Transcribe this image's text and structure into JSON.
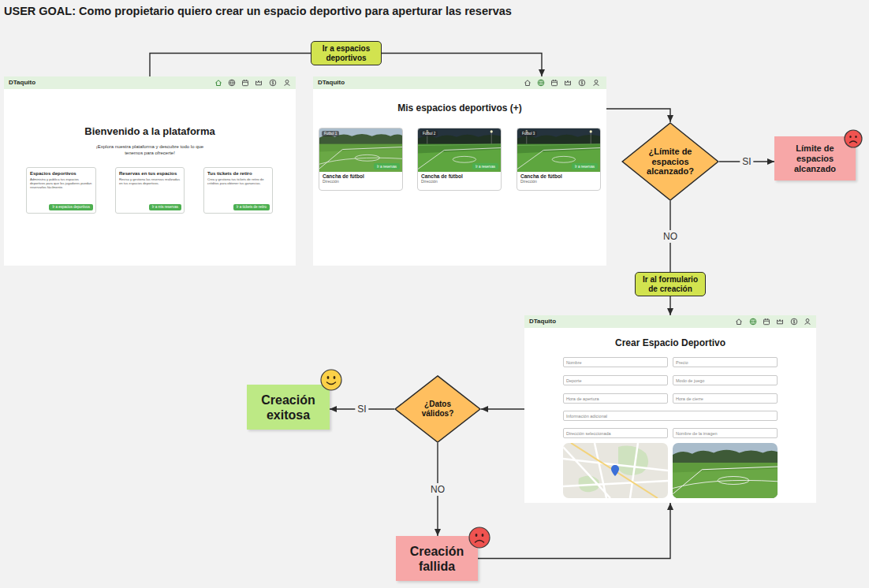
{
  "diagram": {
    "title": "USER GOAL: Como propietario quiero crear un espacio deportivo para aperturar las reservas",
    "nodes": [
      {
        "text": [
          "DTaquito",
          "Bienvenido a la plataforma",
          "¡Explora nuestra plataforma y descubre todo lo que tenemos para ofrecerte!"
        ]
      },
      {
        "text": [
          "Espacios deportivos",
          "Administra y publica tus espacios deportivos para que los jugadores puedan reservarlos fácilmente."
        ],
        "in": 0
      },
      {
        "text": [
          "Ir a espacios deportivos"
        ],
        "in": 1
      },
      {
        "text": [
          "Reservas en tus espacios",
          "Revisa y gestiona las reservas realizadas en tus espacios deportivos."
        ],
        "in": 0
      },
      {
        "text": [
          "Ir a mis reservas"
        ],
        "in": 3
      },
      {
        "text": [
          "Tus tickets de retiro",
          "Crea y gestiona tus tickets de retiro de créditos para obtener tus ganancias."
        ],
        "in": 0
      },
      {
        "text": [
          "Ir a tickets de retiro"
        ],
        "in": 5
      },
      {
        "text": [
          "Ir a espacios deportivos"
        ]
      },
      {
        "text": [
          "DTaquito",
          "Mis espacios deportivos (+)"
        ]
      },
      {
        "text": [
          "Cancha de fútbol",
          "Dirección"
        ],
        "in": 8
      },
      {
        "text": [
          "Futbol 1"
        ],
        "in": 9
      },
      {
        "text": [
          "Ir a reservas"
        ],
        "in": 9
      },
      {
        "text": [
          "Cancha de fútbol",
          "Dirección"
        ],
        "in": 8
      },
      {
        "text": [
          "Futbol 2"
        ],
        "in": 12
      },
      {
        "text": [
          "Ir a reservas"
        ],
        "in": 12
      },
      {
        "text": [
          "Cancha de fútbol",
          "Dirección"
        ],
        "in": 8
      },
      {
        "text": [
          "Futbol 3"
        ],
        "in": 15
      },
      {
        "text": [
          "Ir a reservas"
        ],
        "in": 15
      },
      {
        "text": [
          "¿Límite de espacios alcanzado?"
        ]
      },
      {
        "text": [
          "Límite de espacios alcanzado"
        ]
      },
      {
        "text": [
          "Ir al formulario de creación"
        ]
      },
      {
        "text": [
          "DTaquito",
          "Crear Espacio Deportivo"
        ]
      },
      {
        "text": [
          "Nombre"
        ],
        "in": 21
      },
      {
        "text": [
          "Precio"
        ],
        "in": 21
      },
      {
        "text": [
          "Deporte"
        ],
        "in": 21
      },
      {
        "text": [
          "Modo de juego"
        ],
        "in": 21
      },
      {
        "text": [
          "Hora de apertura"
        ],
        "in": 21
      },
      {
        "text": [
          "Hora de cierre"
        ],
        "in": 21
      },
      {
        "text": [
          "Información adicional"
        ],
        "in": 21
      },
      {
        "text": [
          "Dirección seleccionada"
        ],
        "in": 21
      },
      {
        "text": [
          "Nombre de la imagen"
        ],
        "in": 21
      },
      {
        "text": [
          "¿Datos válidos?"
        ]
      },
      {
        "text": [
          "Creación exitosa"
        ]
      },
      {
        "text": [
          "Creación fallida"
        ]
      }
    ],
    "edges": [
      {
        "from": 0,
        "to": 7,
        "arrow": "none"
      },
      {
        "from": 7,
        "to": 8,
        "arrow": "to"
      },
      {
        "from": 8,
        "to": 18,
        "arrow": "to"
      },
      {
        "from": 18,
        "to": 19,
        "label": "SI",
        "arrow": "to"
      },
      {
        "from": 18,
        "to": 20,
        "label": "NO",
        "arrow": "none"
      },
      {
        "from": 20,
        "to": 21,
        "arrow": "to"
      },
      {
        "from": 21,
        "to": 31,
        "arrow": "to"
      },
      {
        "from": 31,
        "to": 32,
        "label": "SI",
        "arrow": "to"
      },
      {
        "from": 31,
        "to": 33,
        "label": "NO",
        "arrow": "to"
      },
      {
        "from": 33,
        "to": 21,
        "arrow": "to"
      }
    ]
  }
}
